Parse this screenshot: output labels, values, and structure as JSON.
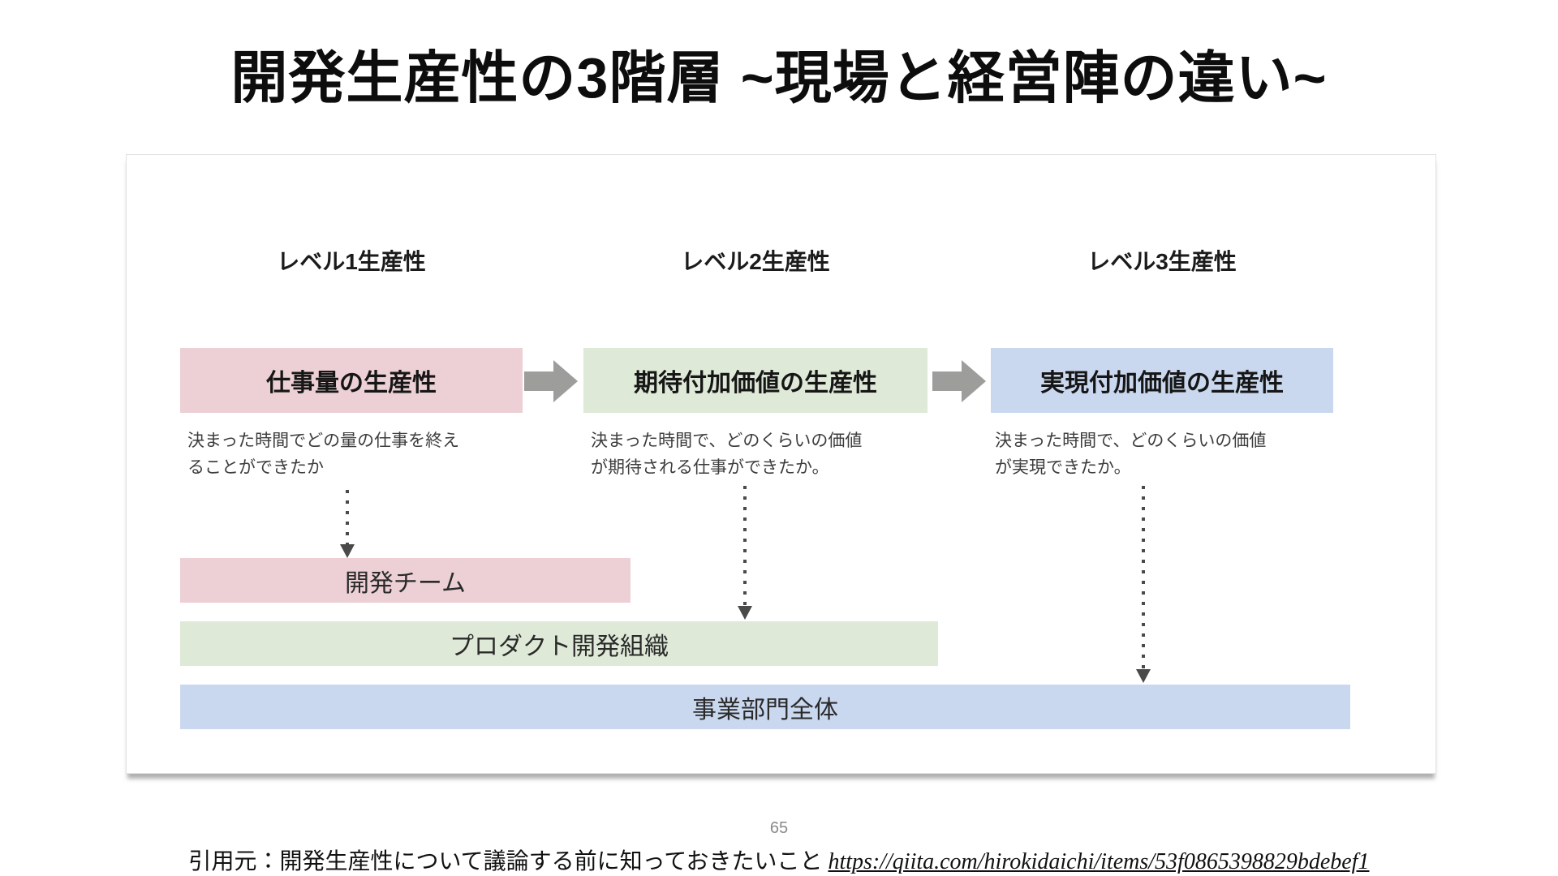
{
  "slide": {
    "title": "開発生産性の3階層 ~現場と経営陣の違い~",
    "page_number": "65",
    "citation_prefix": "引用元：開発生産性について議論する前に知っておきたいこと ",
    "citation_url": "https://qiita.com/hirokidaichi/items/53f0865398829bdebef1"
  },
  "diagram": {
    "columns": [
      {
        "header": "レベル1生産性",
        "box_label": "仕事量の生産性",
        "box_color": "#ecd0d5",
        "desc_line1": "決まった時間でどの量の仕事を終え",
        "desc_line2": "ることができたか"
      },
      {
        "header": "レベル2生産性",
        "box_label": "期待付加価値の生産性",
        "box_color": "#dee9d7",
        "desc_line1": "決まった時間で、どのくらいの価値",
        "desc_line2": "が期待される仕事ができたか。"
      },
      {
        "header": "レベル3生産性",
        "box_label": "実現付加価値の生産性",
        "box_color": "#cad8ef",
        "desc_line1": "決まった時間で、どのくらいの価値",
        "desc_line2": "が実現できたか。"
      }
    ],
    "flow_arrow_color": "#9d9d9b",
    "dotted_arrow_color": "#4a4a4a",
    "scopes": [
      {
        "label": "開発チーム",
        "color": "#ecd0d5"
      },
      {
        "label": "プロダクト開発組織",
        "color": "#dee9d7"
      },
      {
        "label": "事業部門全体",
        "color": "#cad8ef"
      }
    ]
  }
}
